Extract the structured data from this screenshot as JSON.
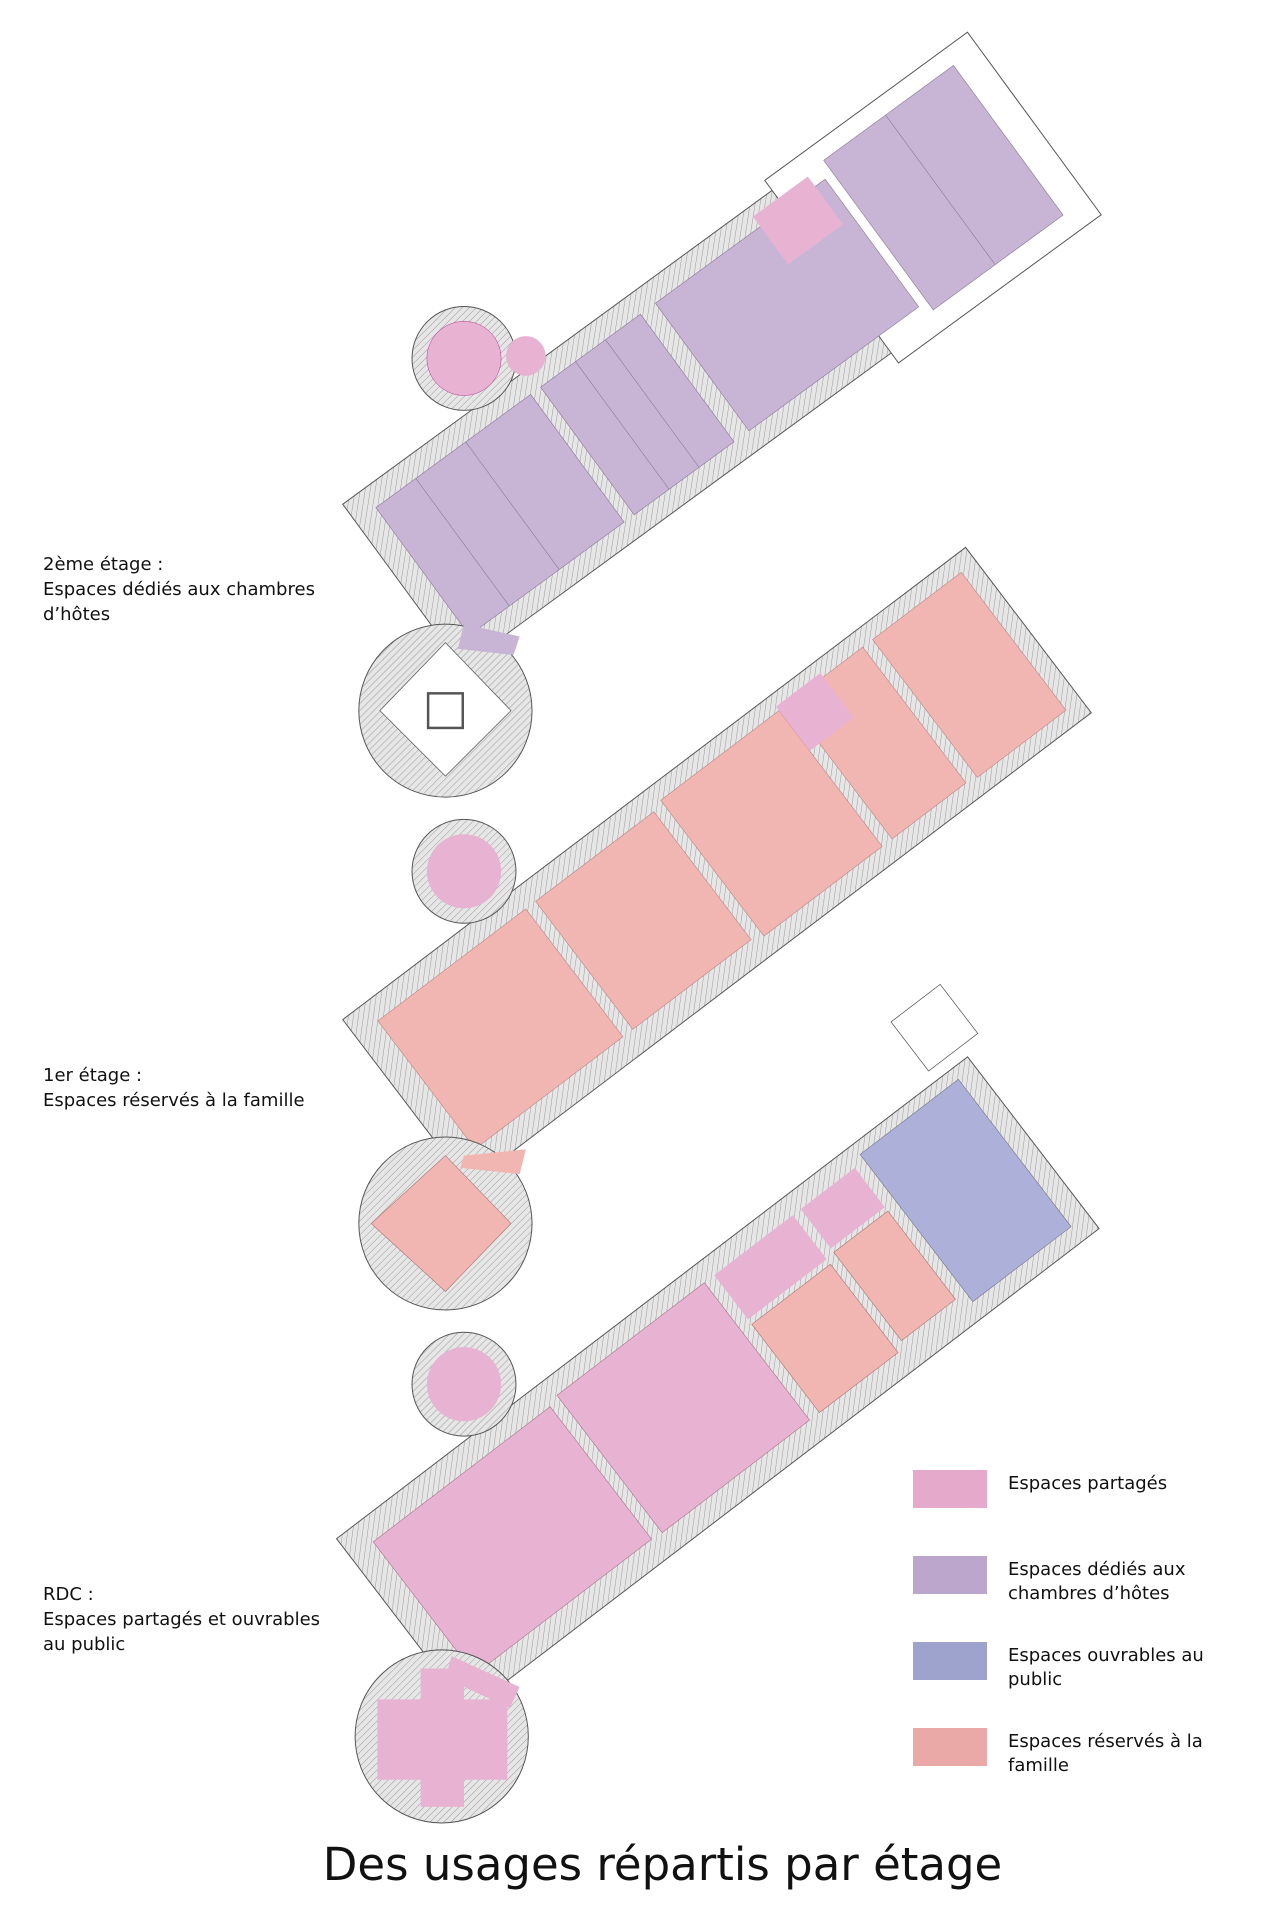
{
  "floors": [
    {
      "level": "2ème étage :",
      "description": "Espaces dédiés aux chambres d’hôtes"
    },
    {
      "level": "1er étage :",
      "description": "Espaces réservés à la famille"
    },
    {
      "level": "RDC :",
      "description": "Espaces partagés et ouvrables au public"
    }
  ],
  "legend": [
    {
      "label": "Espaces partagés",
      "color": "#e5aacb"
    },
    {
      "label": "Espaces dédiés aux chambres d’hôtes",
      "color": "#bda6cc"
    },
    {
      "label": "Espaces ouvrables au public",
      "color": "#9ea3cd"
    },
    {
      "label": "Espaces réservés à la famille",
      "color": "#eaa9a7"
    }
  ],
  "title": "Des usages répartis par étage"
}
